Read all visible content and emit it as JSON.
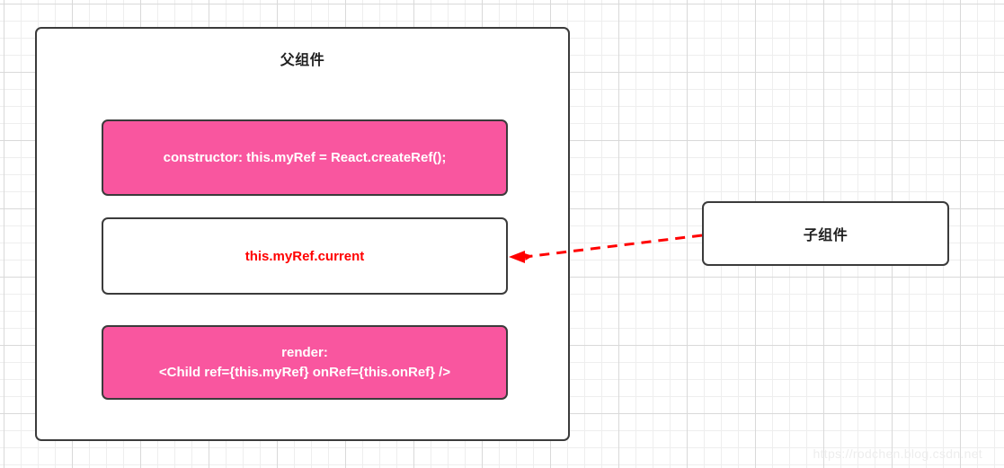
{
  "diagram": {
    "background": {
      "grid": true,
      "grid_minor_color": "#eeeeee",
      "grid_major_color": "#d9d9d9",
      "canvas_color": "#ffffff"
    },
    "parent": {
      "title": "父组件",
      "border_color": "#3b3b3b",
      "rows": [
        {
          "name": "constructor",
          "style": "pink",
          "fill": "#f9569f",
          "text_color": "#ffffff",
          "lines": [
            "constructor: this.myRef = React.createRef();"
          ]
        },
        {
          "name": "current",
          "style": "white",
          "fill": "#ffffff",
          "text_color": "#ff0000",
          "lines": [
            "this.myRef.current"
          ]
        },
        {
          "name": "render",
          "style": "pink",
          "fill": "#f9569f",
          "text_color": "#ffffff",
          "lines": [
            "render:",
            "<Child ref={this.myRef} onRef={this.onRef} />"
          ]
        }
      ]
    },
    "child": {
      "title": "子组件",
      "border_color": "#3b3b3b"
    },
    "connector": {
      "name": "child-to-ref-arrow",
      "style": "dashed",
      "color": "#ff0000",
      "direction": "right-to-left",
      "from": "子组件",
      "to": "this.myRef.current"
    },
    "watermark": "https://rodchen.blog.csdn.net"
  }
}
